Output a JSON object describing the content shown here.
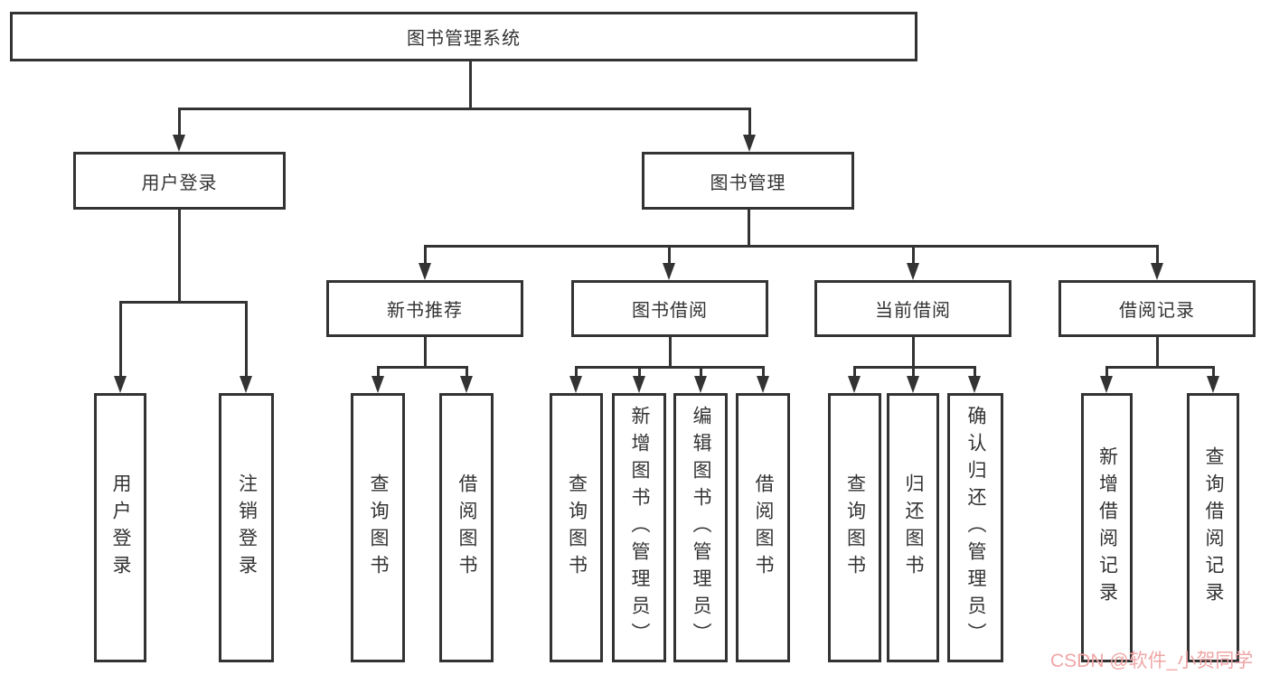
{
  "diagram": {
    "root": {
      "label": "图书管理系统"
    },
    "branches": [
      {
        "label": "用户登录"
      },
      {
        "label": "图书管理"
      }
    ],
    "modules": [
      {
        "label": "新书推荐"
      },
      {
        "label": "图书借阅"
      },
      {
        "label": "当前借阅"
      },
      {
        "label": "借阅记录"
      }
    ],
    "leaves": [
      {
        "label": "用户登录"
      },
      {
        "label": "注销登录"
      },
      {
        "label": "查询图书"
      },
      {
        "label": "借阅图书"
      },
      {
        "label": "查询图书"
      },
      {
        "label": "新增图书（管理员）"
      },
      {
        "label": "编辑图书（管理员）"
      },
      {
        "label": "借阅图书"
      },
      {
        "label": "查询图书"
      },
      {
        "label": "归还图书"
      },
      {
        "label": "确认归还（管理员）"
      },
      {
        "label": "新增借阅记录"
      },
      {
        "label": "查询借阅记录"
      }
    ]
  },
  "watermark": {
    "text": "CSDN @软件_小贺同学",
    "color": "#f0a6a6"
  },
  "colors": {
    "line": "#333333",
    "text": "#333333",
    "background": "#ffffff"
  }
}
